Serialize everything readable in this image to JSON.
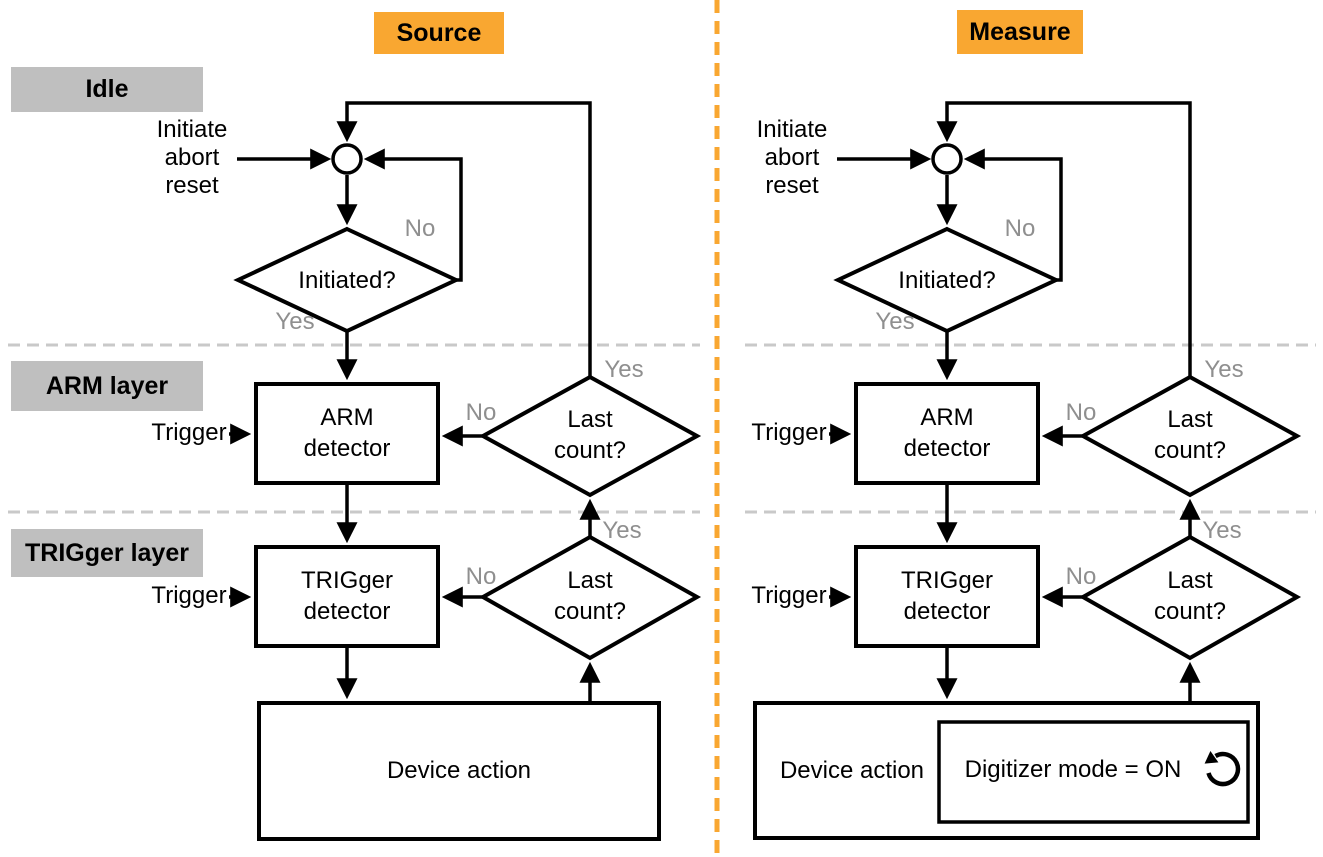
{
  "headers": {
    "source": "Source",
    "measure": "Measure"
  },
  "layer_labels": {
    "idle": "Idle",
    "arm": "ARM layer",
    "trigger": "TRIGger layer"
  },
  "labels": {
    "initiate_line1": "Initiate",
    "initiate_line2": "abort",
    "initiate_line3": "reset",
    "initiated_question": "Initiated?",
    "no": "No",
    "yes": "Yes",
    "trigger": "Trigger",
    "arm_detector_line1": "ARM",
    "arm_detector_line2": "detector",
    "trigger_detector_line1": "TRIGger",
    "trigger_detector_line2": "detector",
    "last_count_line1": "Last",
    "last_count_line2": "count?",
    "device_action": "Device action",
    "digitizer_mode": "Digitizer mode = ON"
  },
  "icons": {
    "digitizer_loop": "counterclockwise-loop-icon"
  },
  "colors": {
    "accent_orange": "#F9A731",
    "label_gray": "#BFBFBF",
    "muted_text": "#8F8F8F",
    "dashed_gray": "#C9C9C9",
    "line_black": "#000000"
  }
}
